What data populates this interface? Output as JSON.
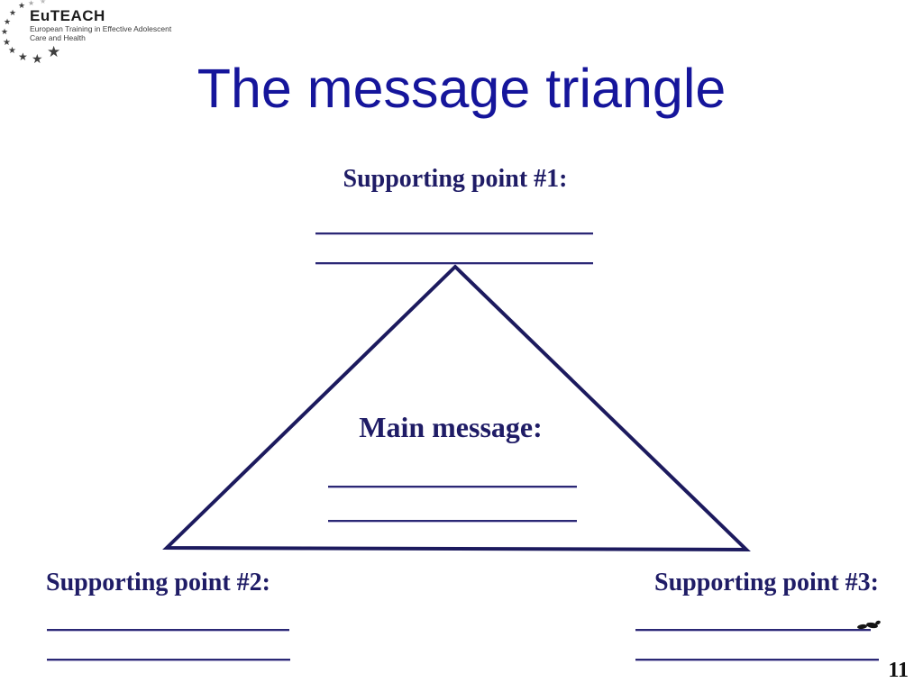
{
  "slide": {
    "title": "The message triangle",
    "page_number": "11"
  },
  "logo": {
    "name": "EuTEACH",
    "subtitle_line1": "European Training in Effective Adolescent",
    "subtitle_line2": "Care and Health",
    "star_glyph": "★"
  },
  "diagram": {
    "top_label": "Supporting point #1:",
    "center_label": "Main message:",
    "bottom_left_label": "Supporting point #2:",
    "bottom_right_label": "Supporting point #3:"
  },
  "colors": {
    "title": "#15159b",
    "label": "#1f1c66",
    "rule": "#2b2875",
    "triangle": "#1c1a5e",
    "page_number": "#111111"
  }
}
